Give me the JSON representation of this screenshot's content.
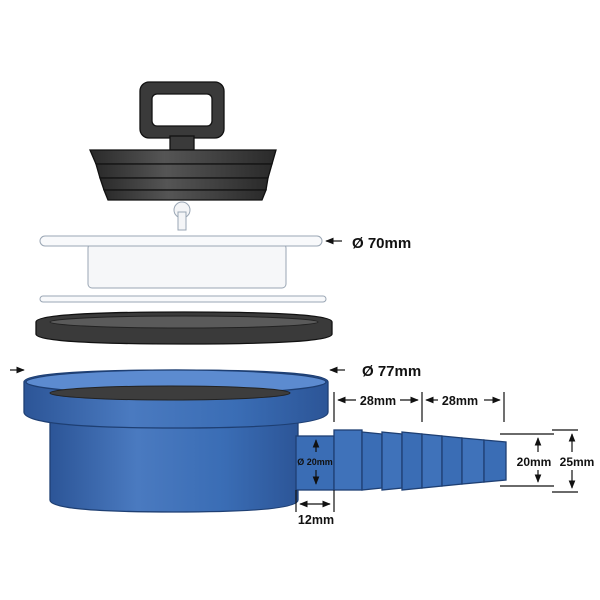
{
  "labels": {
    "lid_diameter": "Ø 70mm",
    "rim_diameter": "Ø 77mm",
    "outlet_step_1": "28mm",
    "outlet_step_2": "28mm",
    "outlet_inner_diameter": "Ø 20mm",
    "outlet_stub_length": "12mm",
    "outlet_small_diameter": "20mm",
    "outlet_large_diameter": "25mm"
  },
  "colors": {
    "body_blue": "#3a6db5",
    "body_blue_dark": "#2c5597",
    "body_blue_light": "#5c8bd0",
    "rubber_dark": "#3a3a3a",
    "rubber_light": "#5a5a5a",
    "plate_white": "#f7f8fa",
    "outline_gray": "#9aa6b4",
    "ink": "#111111"
  },
  "icons": [
    "stopper-pull-handle-icon"
  ]
}
